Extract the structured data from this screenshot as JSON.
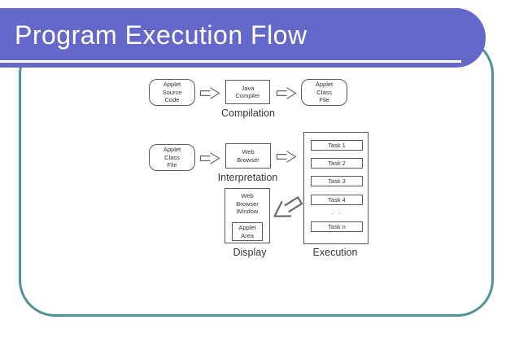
{
  "slide": {
    "title": "Program Execution Flow"
  },
  "colors": {
    "title_bar": "#6468c8",
    "frame_border": "#4e9494",
    "diagram_stroke": "#595959",
    "title_text": "#ffffff"
  },
  "diagram": {
    "compilation": {
      "source_box": "Applet\nSource\nCode",
      "compiler_box": "Java\nCompiler",
      "class_box": "Applet\nClass\nFile",
      "label": "Compilation"
    },
    "interpretation": {
      "class_box": "Applet\nClass\nFile",
      "browser_box": "Web\nBrowser",
      "label": "Interpretation"
    },
    "display": {
      "window_box": "Web\nBrowser\nWindow",
      "applet_area_box": "Applet\nArea",
      "label": "Display"
    },
    "execution": {
      "tasks": [
        "Task 1",
        "Task 2",
        "Task 3",
        "Task 4",
        "Task n"
      ],
      "ellipsis": ". .",
      "label": "Execution"
    }
  }
}
